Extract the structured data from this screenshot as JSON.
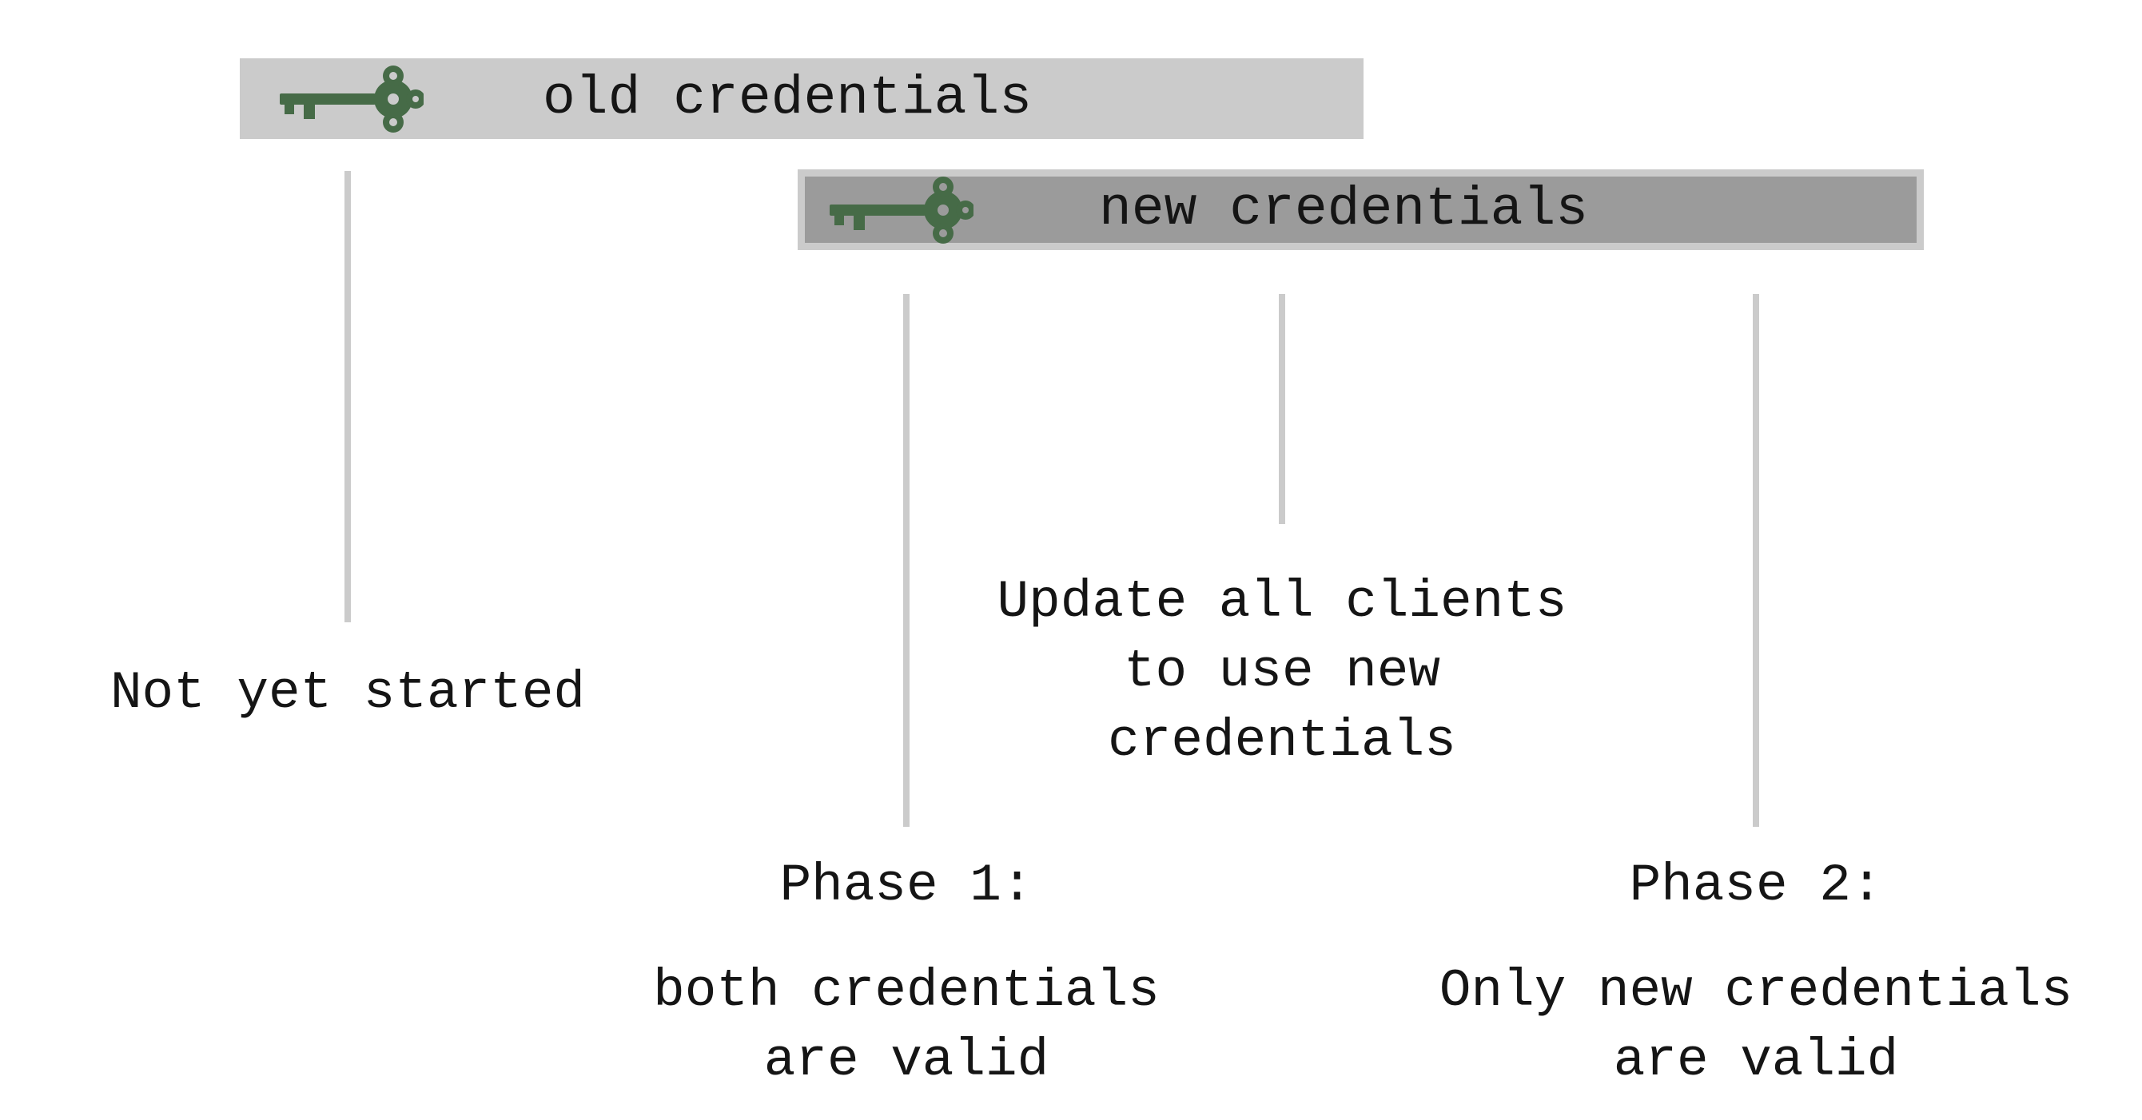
{
  "bars": {
    "old_label": "old credentials",
    "new_label": "new credentials"
  },
  "icons": {
    "old_key": "key-icon",
    "new_key": "key-icon"
  },
  "labels": {
    "not_started": "Not yet started",
    "update_clients": "Update all clients\nto use new\ncredentials",
    "phase1_title": "Phase 1:",
    "phase1_desc": "both credentials\nare valid",
    "phase2_title": "Phase 2:",
    "phase2_desc": "Only new credentials\nare valid"
  },
  "colors": {
    "old_bar": "#cbcbcb",
    "new_bar": "#9b9b9b",
    "new_bar_border": "#cbcbcb",
    "key": "#466b47",
    "connector": "#cbcbcb"
  }
}
